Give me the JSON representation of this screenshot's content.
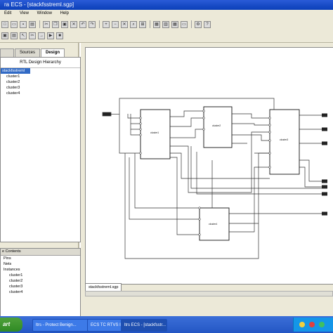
{
  "window": {
    "title": "ra ECS - [stackfsstreml.sgp]"
  },
  "menu": [
    "Edit",
    "View",
    "Window",
    "Help"
  ],
  "toolbar": {
    "row1": [
      "new-icon",
      "open-icon",
      "save-icon",
      "print-icon",
      "cut-icon",
      "copy-icon",
      "paste-icon",
      "delete-icon",
      "undo-icon",
      "redo-icon",
      "zoom-in-icon",
      "zoom-out-icon",
      "zoom-fit-icon",
      "zoom-area-icon",
      "select-icon",
      "symbol-icon",
      "layout-icon",
      "grid-icon",
      "window-icon",
      "tool-icon",
      "help-icon"
    ],
    "row2": [
      "block-icon",
      "table-icon",
      "cursor-icon",
      "cut-icon",
      "arrow-icon",
      "run-icon",
      "stop-icon"
    ]
  },
  "left_panel": {
    "tabs": [
      "",
      "Sources",
      "Design"
    ],
    "hierarchy_title": "RTL Design Hierarchy",
    "tree": [
      "stackfsstreml",
      "cluster1",
      "cluster2",
      "cluster3",
      "cluster4"
    ],
    "contents_title": "e Contents",
    "contents": [
      "Pins",
      "Nets",
      "Instances",
      "cluster1",
      "cluster2",
      "cluster3",
      "cluster4"
    ]
  },
  "schematic": {
    "blocks": [
      "cluster1",
      "cluster2",
      "cluster3",
      "cluster4"
    ],
    "doc_tab": "stackfsstreml.sgp"
  },
  "taskbar": {
    "start": "art",
    "tasks": [
      "ltrs - Protect Benign...",
      "ECS TC RTVS INVIRL...",
      "ltrs ECS - [stackfsstr..."
    ]
  }
}
